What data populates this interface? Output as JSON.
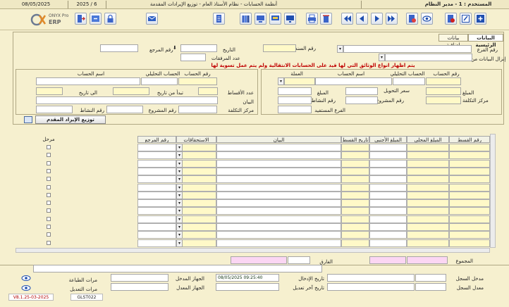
{
  "titlebar": {
    "date": "08/05/2025",
    "period": "2025 / 6",
    "system_title": "أنظمة الحسابات - نظام الأستاذ العام - توزيع الإيرادات المقدمة",
    "user_label": "المستخدم : 1 - مدير النظام"
  },
  "logo": {
    "mark": "OX",
    "brand": "ONYX Pro",
    "product": "ERP"
  },
  "toolbar_icons": [
    "exit-icon",
    "import-icon",
    "lock-icon",
    "mail-icon",
    "document-icon",
    "books-icon",
    "screen-icon",
    "print-icon",
    "delete-icon",
    "first-icon",
    "previous-icon",
    "next-icon",
    "last-icon",
    "attach-icon",
    "view-icon",
    "edit-icon",
    "add-icon"
  ],
  "tabs": {
    "main": "البيانات الرئيسية",
    "extra": "بيانات إضافية"
  },
  "header": {
    "branch_label": "رقم الفرع",
    "doc_no_label": "رقم السند",
    "date_label": "التاريخ",
    "ref_no_label": "رقم المرجع",
    "attachments_label": "عدد المرفقات",
    "fetch_label": "إنزال البيانات من",
    "warning": "يتم اظهار انواع الوثائق التي لها قيد على الحسابات الانتقالية ولم يتم عمل تسوية لها"
  },
  "right_group": {
    "col_account_no": "رقم الحساب",
    "col_analytic": "الحساب التحليلي",
    "col_account_name": "اسم الحساب",
    "currency_label": "العملة",
    "amount_label": "المبلغ",
    "conv_rate_label": "سعر التحويل",
    "amount2_label": "المبلغ",
    "cost_center_label": "مركز التكلفة",
    "project_no_label": "رقم المشروع",
    "activity_no_label": "رقم النشاط",
    "used_branch_label": "الفرع المستفيد"
  },
  "left_group": {
    "col_account_no": "رقم الحساب",
    "col_analytic": "الحساب التحليلي",
    "col_account_name": "اسم الحساب",
    "installments_label": "عدد الأقساط",
    "start_from_label": "تبدأ من تاريخ",
    "to_date_label": "الى تاريخ",
    "statement_label": "البيان",
    "cost_center_label": "مركز التكلفة",
    "project_no_label": "رقم المشروع",
    "activity_no_label": "رقم النشاط",
    "distribute_button": "توزيع الإيراد المقدم"
  },
  "grid": {
    "columns": [
      "رقم القسط",
      "المبلغ المحلي",
      "المبلغ الأجنبي",
      "تاريخ القسط",
      "البيان",
      "الاستحقاقات",
      "رقم المرجع",
      "مرحل"
    ],
    "row_count": 13
  },
  "totals": {
    "total_label": "المجموع",
    "diff_label": "الفارق"
  },
  "footer": {
    "entered_by_label": "مدخل السجل",
    "modified_by_label": "معدل السجل",
    "entry_date_label": "تاريخ الإدخال",
    "entry_date_value": "08/05/2025 09:25:40",
    "last_mod_label": "تاريخ آخر تعديل",
    "entry_device_label": "الجهاز المدخل",
    "mod_device_label": "الجهاز المعدل",
    "print_count_label": "مرات الطباعة",
    "edit_count_label": "مرات التعديل",
    "version": "V8.1.25-03-2025",
    "screen_code": "GLST022"
  }
}
